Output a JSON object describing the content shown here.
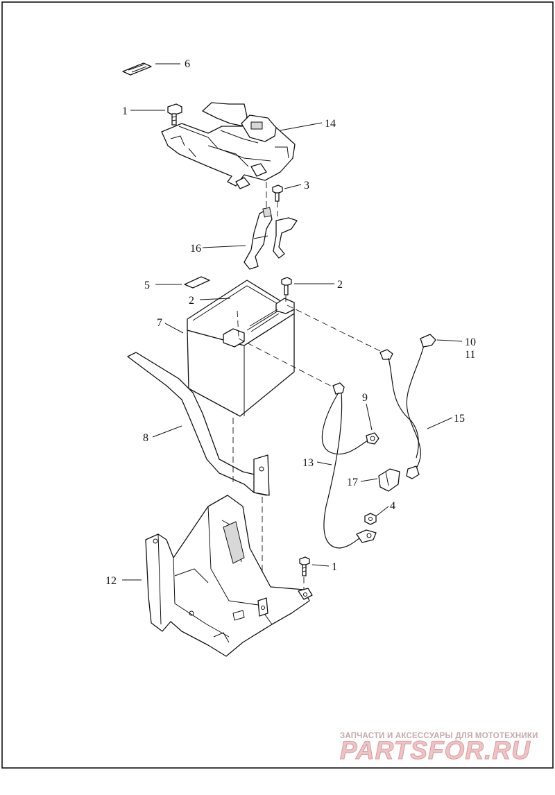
{
  "diagram": {
    "callouts": {
      "c1_top": "1",
      "c1_bottom": "1",
      "c2_right": "2",
      "c2_left": "2",
      "c3": "3",
      "c4": "4",
      "c5": "5",
      "c6": "6",
      "c7": "7",
      "c8": "8",
      "c9": "9",
      "c10": "10",
      "c11": "11",
      "c12": "12",
      "c13": "13",
      "c14": "14",
      "c15": "15",
      "c16": "16",
      "c17": "17"
    }
  },
  "watermark": {
    "tagline": "ЗАПЧАСТИ И АКСЕССУАРЫ ДЛЯ МОТОТЕХНИКИ",
    "brand": "PARTSFOR.RU"
  }
}
